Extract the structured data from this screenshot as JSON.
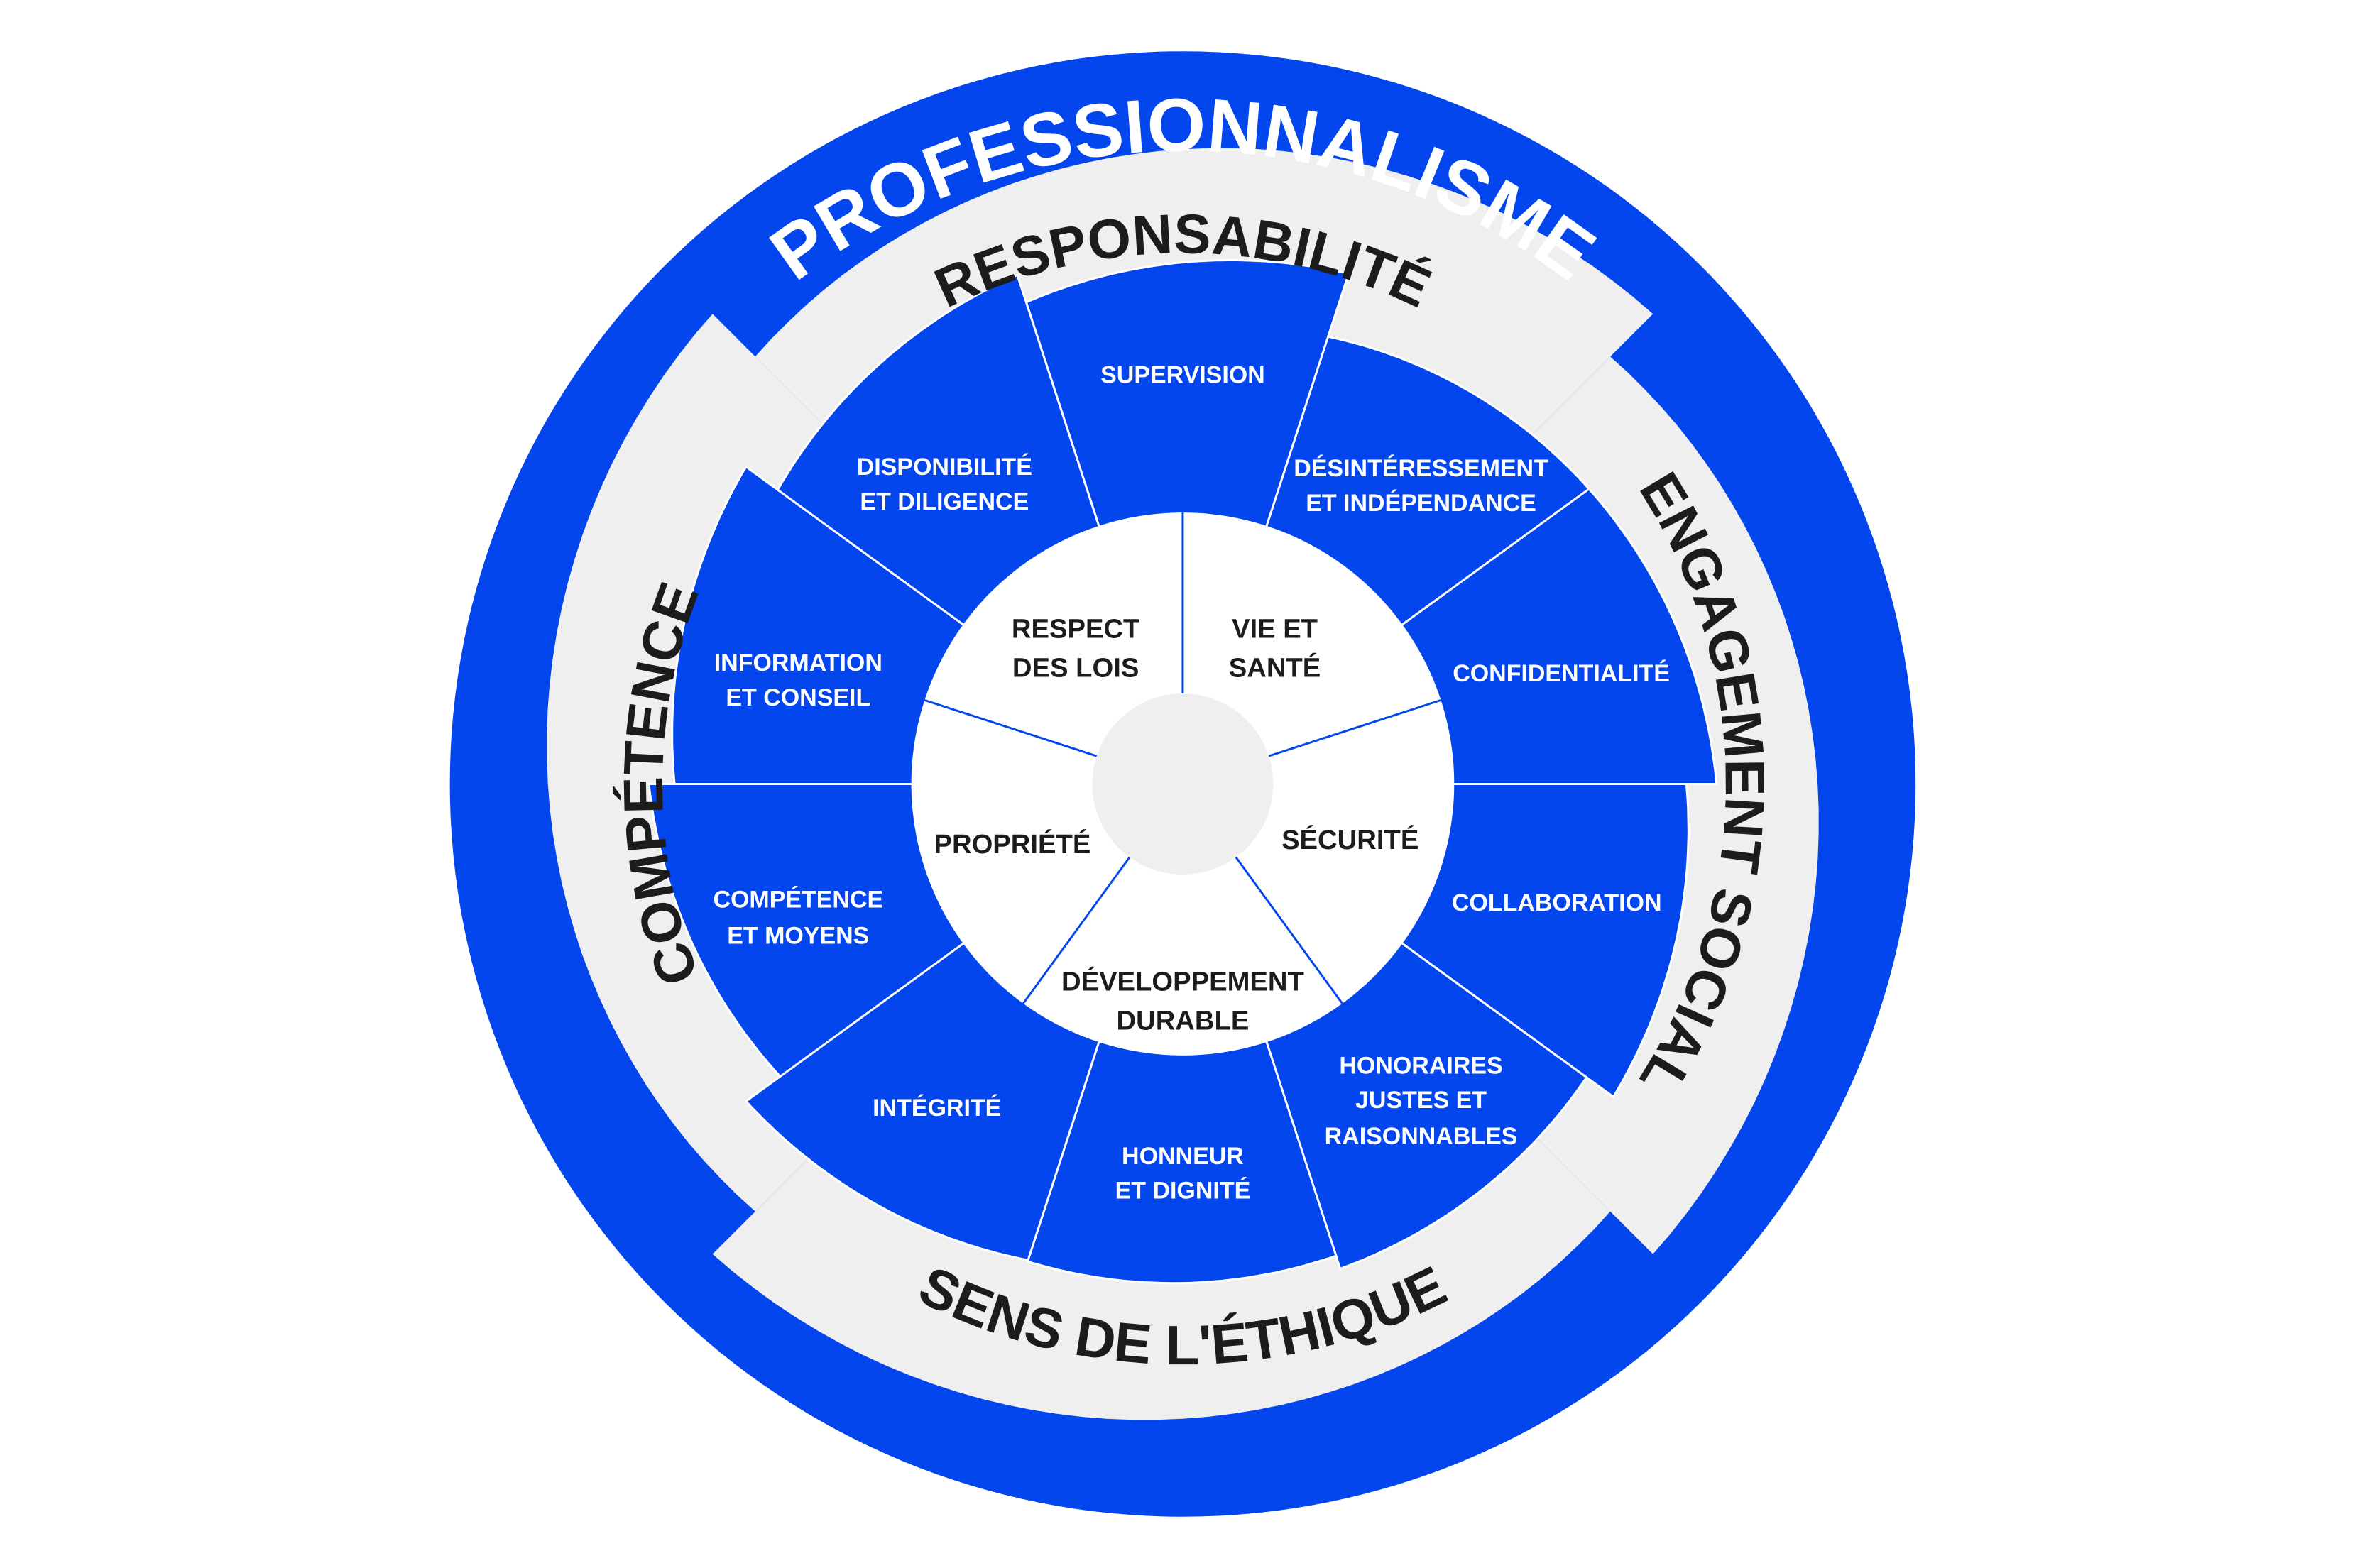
{
  "colors": {
    "blue": "#0346EE",
    "gray": "#EFEFEF",
    "white": "#FFFFFF",
    "text_dark": "#1C1C1C"
  },
  "outer_ring": {
    "label": "PROFESSIONNALISME"
  },
  "bands": {
    "top": "RESPONSABILITÉ",
    "right": "ENGAGEMENT SOCIAL",
    "bottom": "SENS DE L'ÉTHIQUE",
    "left": "COMPÉTENCE"
  },
  "petals": [
    {
      "lines": [
        "SUPERVISION"
      ]
    },
    {
      "lines": [
        "DÉSINTÉRESSEMENT",
        "ET INDÉPENDANCE"
      ]
    },
    {
      "lines": [
        "CONFIDENTIALITÉ"
      ]
    },
    {
      "lines": [
        "COLLABORATION"
      ]
    },
    {
      "lines": [
        "HONORAIRES",
        "JUSTES ET",
        "RAISONNABLES"
      ]
    },
    {
      "lines": [
        "HONNEUR",
        "ET DIGNITÉ"
      ]
    },
    {
      "lines": [
        "INTÉGRITÉ"
      ]
    },
    {
      "lines": [
        "COMPÉTENCE",
        "ET MOYENS"
      ]
    },
    {
      "lines": [
        "INFORMATION",
        "ET CONSEIL"
      ]
    },
    {
      "lines": [
        "DISPONIBILITÉ",
        "ET DILIGENCE"
      ]
    }
  ],
  "core": [
    {
      "lines": [
        "RESPECT",
        "DES LOIS"
      ]
    },
    {
      "lines": [
        "VIE ET",
        "SANTÉ"
      ]
    },
    {
      "lines": [
        "SÉCURITÉ"
      ]
    },
    {
      "lines": [
        "DÉVELOPPEMENT",
        "DURABLE"
      ]
    },
    {
      "lines": [
        "PROPRIÉTÉ"
      ]
    }
  ]
}
